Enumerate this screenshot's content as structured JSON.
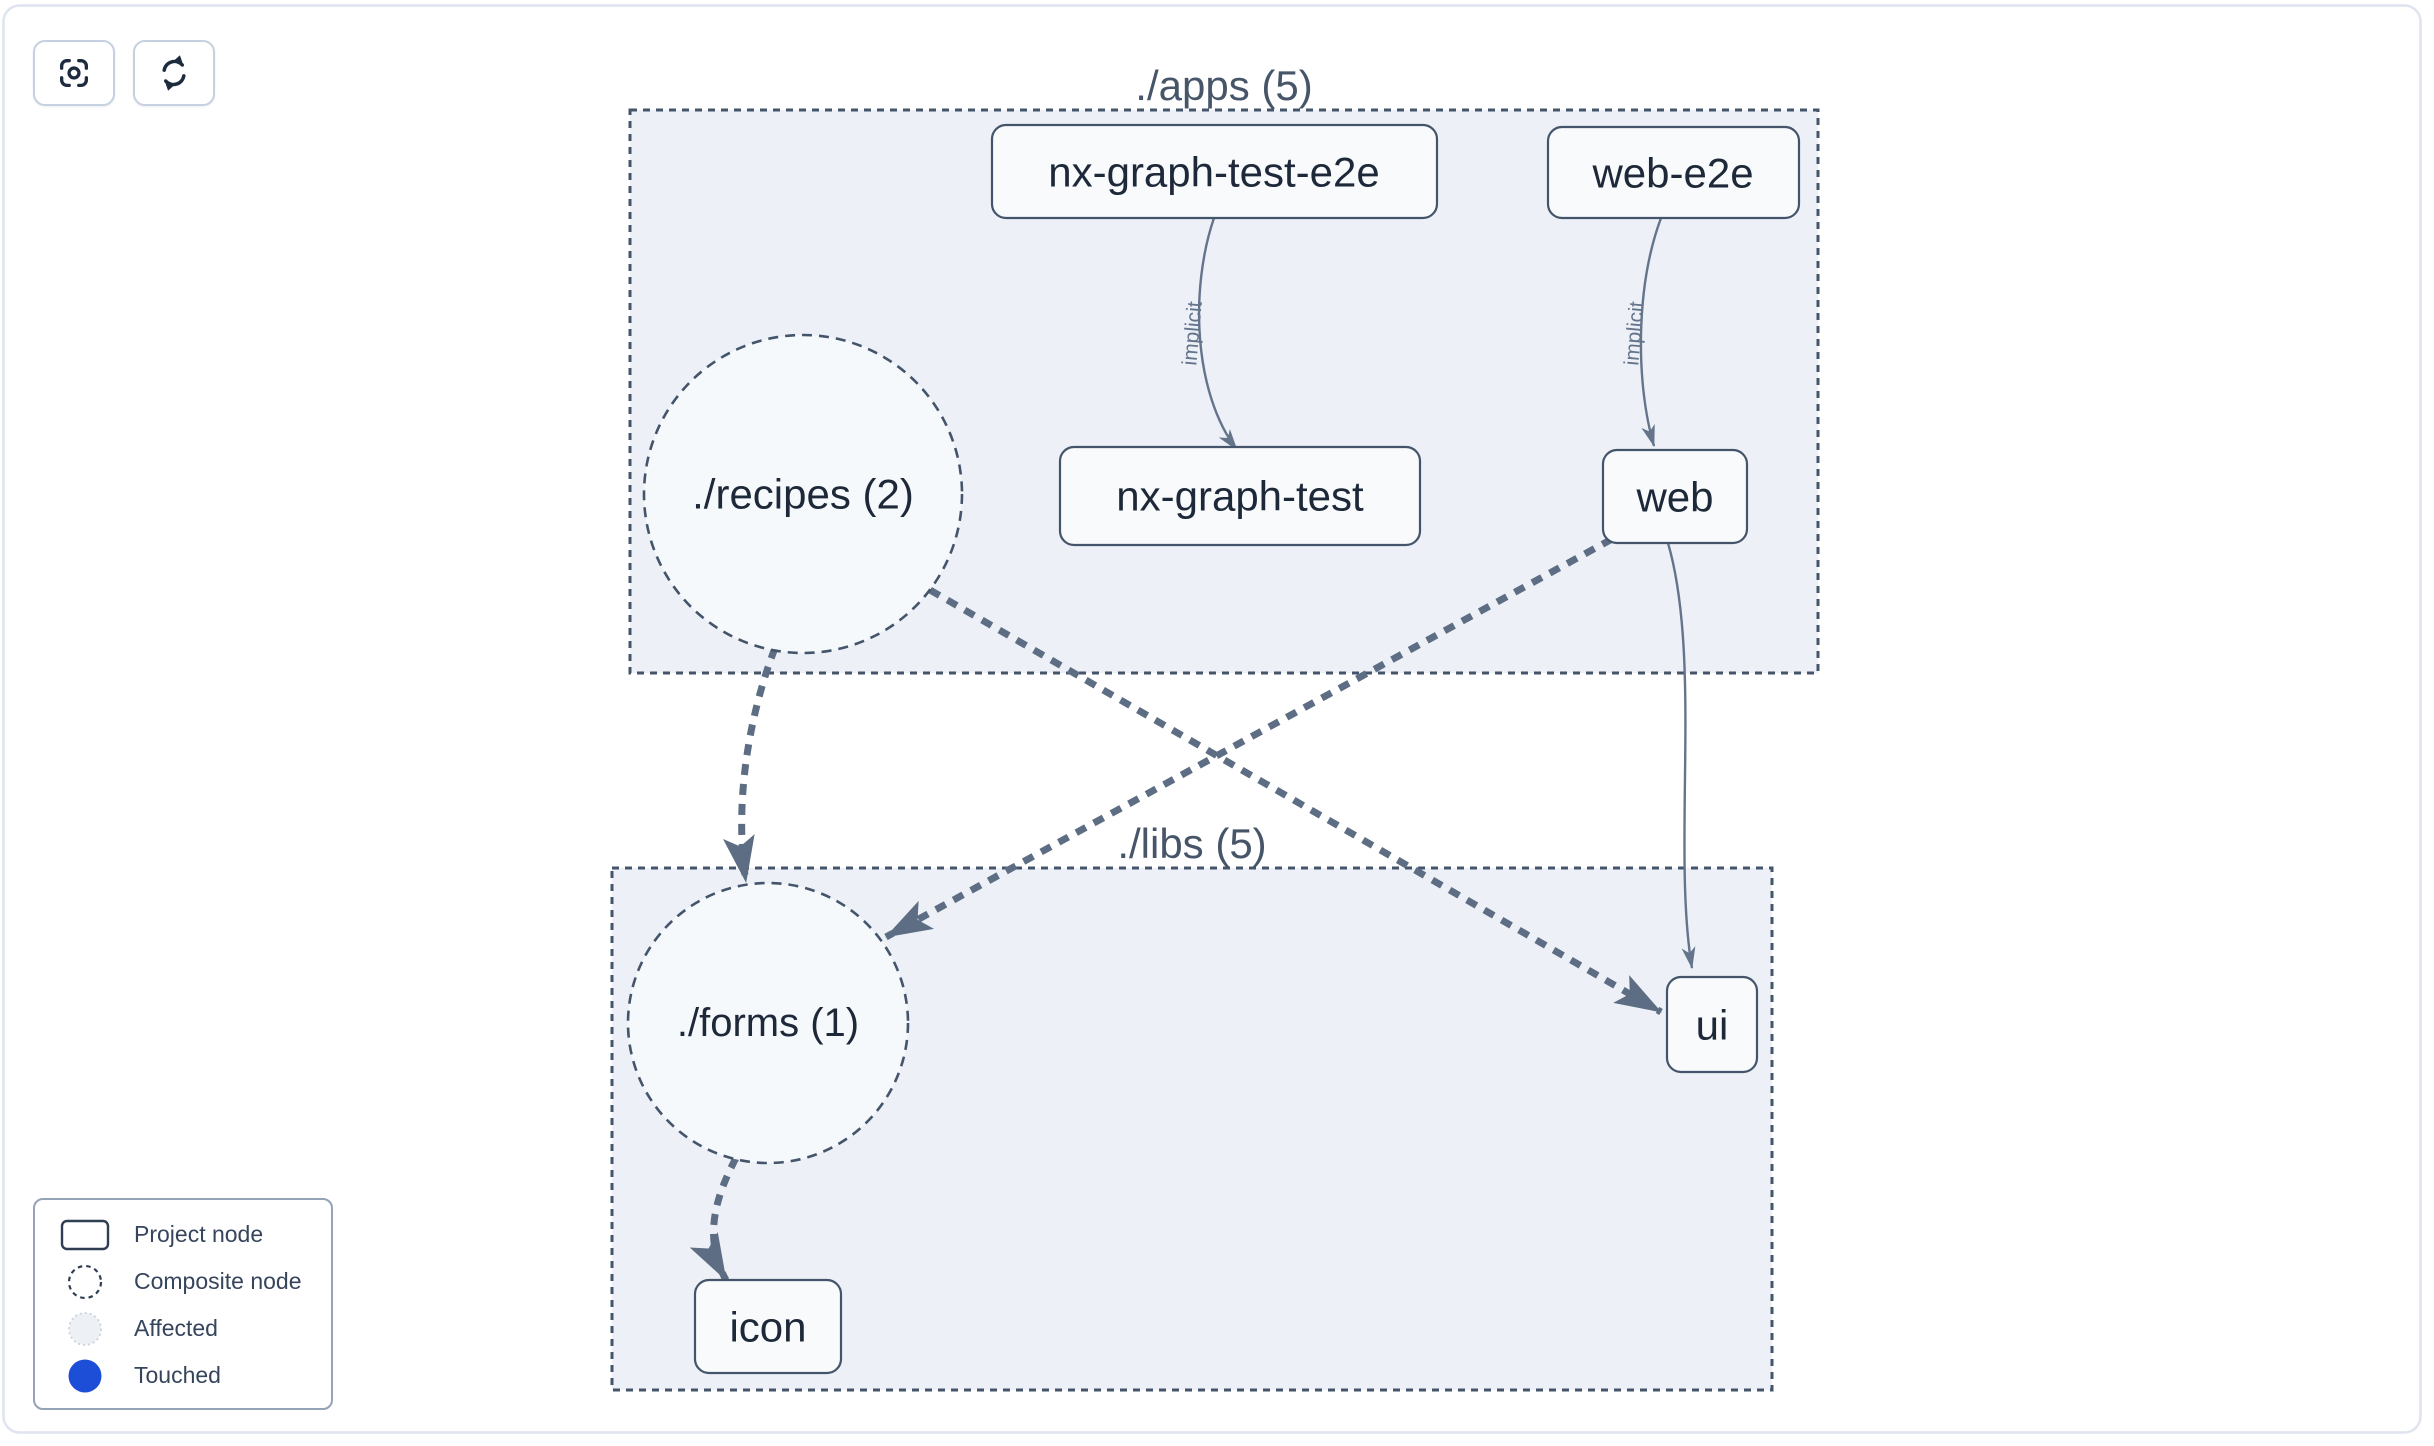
{
  "toolbar": {
    "buttons": [
      {
        "name": "zoom-to-fit",
        "icon": "viewfinder-circle-icon"
      },
      {
        "name": "refresh-graph",
        "icon": "refresh-icon"
      }
    ]
  },
  "groups": [
    {
      "id": "apps",
      "label": "./apps (5)"
    },
    {
      "id": "libs",
      "label": "./libs (5)"
    }
  ],
  "nodes": [
    {
      "id": "nx-graph-test-e2e",
      "label": "nx-graph-test-e2e",
      "type": "project",
      "group": "apps"
    },
    {
      "id": "web-e2e",
      "label": "web-e2e",
      "type": "project",
      "group": "apps"
    },
    {
      "id": "recipes",
      "label": "./recipes (2)",
      "type": "composite",
      "group": "apps"
    },
    {
      "id": "nx-graph-test",
      "label": "nx-graph-test",
      "type": "project",
      "group": "apps"
    },
    {
      "id": "web",
      "label": "web",
      "type": "project",
      "group": "apps"
    },
    {
      "id": "forms",
      "label": "./forms (1)",
      "type": "composite",
      "group": "libs"
    },
    {
      "id": "ui",
      "label": "ui",
      "type": "project",
      "group": "libs"
    },
    {
      "id": "icon",
      "label": "icon",
      "type": "project",
      "group": "libs"
    }
  ],
  "edges": [
    {
      "from": "nx-graph-test-e2e",
      "to": "nx-graph-test",
      "label": "implicit",
      "style": "solid-thin"
    },
    {
      "from": "web-e2e",
      "to": "web",
      "label": "implicit",
      "style": "solid-thin"
    },
    {
      "from": "web",
      "to": "ui",
      "label": "",
      "style": "solid-thin"
    },
    {
      "from": "recipes",
      "to": "forms",
      "label": "",
      "style": "dashed-thick"
    },
    {
      "from": "recipes",
      "to": "ui",
      "label": "",
      "style": "dashed-thick"
    },
    {
      "from": "web",
      "to": "forms",
      "label": "",
      "style": "dashed-thick"
    },
    {
      "from": "forms",
      "to": "icon",
      "label": "",
      "style": "dashed-thick"
    }
  ],
  "legend": {
    "items": [
      {
        "icon": "project-node-icon",
        "label": "Project node"
      },
      {
        "icon": "composite-node-icon",
        "label": "Composite node"
      },
      {
        "icon": "affected-icon",
        "label": "Affected"
      },
      {
        "icon": "touched-icon",
        "label": "Touched"
      }
    ]
  },
  "colors": {
    "group_fill": "#edf1f7",
    "group_border": "#44546a",
    "node_fill": "#f8fafc",
    "node_border": "#44546a",
    "composite_fill": "#f6f9fc",
    "edge_thin": "#64748b",
    "edge_thick": "#5d6d83",
    "text_dark": "#1d2838",
    "text_muted": "#64748b",
    "touched_blue": "#1d4ed8",
    "affected_fill": "#edf1f6",
    "frame_border": "#dfe4ef"
  }
}
